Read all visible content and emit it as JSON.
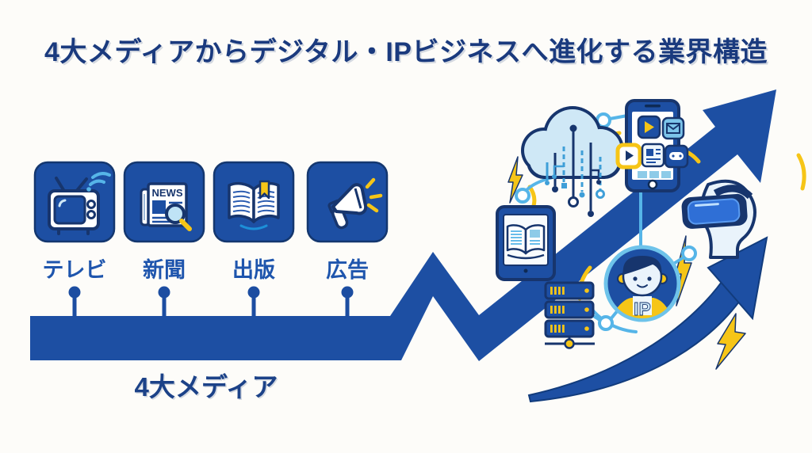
{
  "title": "4大メディアからデジタル・IPビジネスへ進化する業界構造",
  "legacy_media": {
    "group_label": "4大メディア",
    "items": [
      {
        "label": "テレビ",
        "icon": "tv-icon"
      },
      {
        "label": "新聞",
        "icon": "newspaper-icon"
      },
      {
        "label": "出版",
        "icon": "book-icon"
      },
      {
        "label": "広告",
        "icon": "megaphone-icon"
      }
    ],
    "newspaper_icon_text": "NEWS"
  },
  "digital_side": {
    "ip_badge_label": "IP",
    "icons": [
      "cloud-circuit-icon",
      "smartphone-apps-icon",
      "ebook-tablet-icon",
      "server-stack-icon",
      "ip-character-icon",
      "vr-headset-icon",
      "lightning-bolt-icon",
      "zigzag-growth-arrow",
      "swoosh-growth-arrow"
    ]
  },
  "palette": {
    "navy": "#17356d",
    "primary_blue": "#1d4fa3",
    "sky_blue": "#56b5e8",
    "pale_blue": "#cfe8f6",
    "accent_yellow": "#f6c517",
    "background": "#fdfcf9"
  }
}
